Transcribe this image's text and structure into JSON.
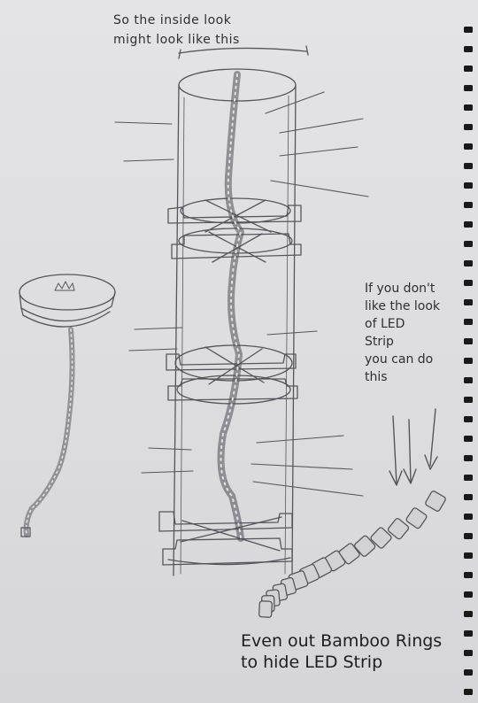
{
  "notes": {
    "top": "So the inside look\nmight look like this",
    "right": "If you don't\nlike the look\nof LED\nStrip\nyou can do\nthis",
    "bottom": "Even out Bamboo Rings\nto hide LED Strip"
  },
  "colors": {
    "paper": "#e0e0e3",
    "pencil": "#4a4a50",
    "binding": "#1a1a1a"
  }
}
